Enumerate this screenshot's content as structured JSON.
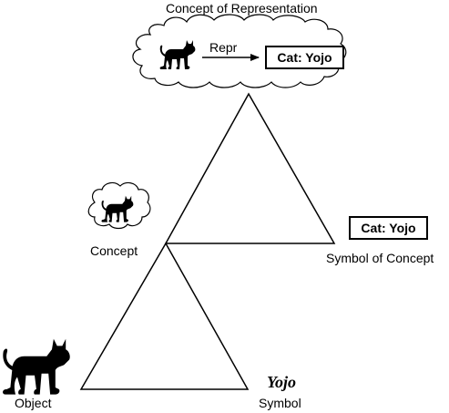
{
  "titles": {
    "meta_concept": "Concept of Representation"
  },
  "meta": {
    "arrow_label": "Repr",
    "box_label": "Cat: Yojo"
  },
  "upper_triangle": {
    "symbol_box": "Cat: Yojo",
    "symbol_label": "Symbol of Concept"
  },
  "lower_triangle": {
    "concept_label": "Concept",
    "object_label": "Object",
    "symbol_word": "Yojo",
    "symbol_label": "Symbol"
  },
  "icons": [
    "cat-icon",
    "cloud-icon",
    "arrow-icon",
    "triangle-icon"
  ]
}
